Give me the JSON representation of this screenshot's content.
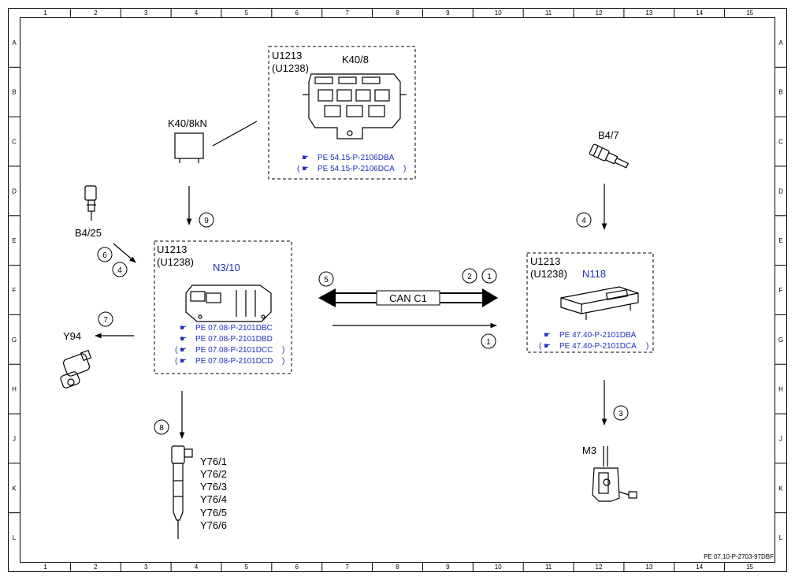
{
  "grid": {
    "columns": [
      "1",
      "2",
      "3",
      "4",
      "5",
      "6",
      "7",
      "8",
      "9",
      "10",
      "11",
      "12",
      "13",
      "14",
      "15"
    ],
    "rows": [
      "A",
      "B",
      "C",
      "D",
      "E",
      "F",
      "G",
      "H",
      "J",
      "K",
      "L"
    ]
  },
  "footer_code": "PE 07.10-P-2703-97DBF",
  "k40_8": {
    "codes": [
      "U1213",
      "(U1238)"
    ],
    "name": "K40/8",
    "refs": [
      {
        "open": "",
        "text": "PE 54.15-P-2106DBA",
        "close": ""
      },
      {
        "open": "(",
        "text": "PE 54.15-P-2106DCA",
        "close": ")"
      }
    ]
  },
  "k40_8kn": {
    "name": "K40/8kN"
  },
  "b4_7": {
    "name": "B4/7"
  },
  "b4_25": {
    "name": "B4/25"
  },
  "y94": {
    "name": "Y94"
  },
  "m3": {
    "name": "M3"
  },
  "n3_10": {
    "codes": [
      "U1213",
      "(U1238)"
    ],
    "name": "N3/10",
    "refs": [
      {
        "open": "",
        "text": "PE 07.08-P-2101DBC",
        "close": ""
      },
      {
        "open": "",
        "text": "PE 07.08-P-2101DBD",
        "close": ""
      },
      {
        "open": "(",
        "text": "PE 07.08-P-2101DCC",
        "close": ")"
      },
      {
        "open": "(",
        "text": "PE 07.08-P-2101DCD",
        "close": ")"
      }
    ]
  },
  "n118": {
    "codes": [
      "U1213",
      "(U1238)"
    ],
    "name": "N118",
    "refs": [
      {
        "open": "",
        "text": "PE 47.40-P-2101DBA",
        "close": ""
      },
      {
        "open": "(",
        "text": "PE 47.40-P-2101DCA",
        "close": ")"
      }
    ]
  },
  "can_bus": {
    "label": "CAN C1"
  },
  "injectors": [
    "Y76/1",
    "Y76/2",
    "Y76/3",
    "Y76/4",
    "Y76/5",
    "Y76/6"
  ],
  "markers": {
    "m9": "9",
    "m6": "6",
    "m4a": "4",
    "m7": "7",
    "m8": "8",
    "m5": "5",
    "m2": "2",
    "m1a": "1",
    "m1b": "1",
    "m4b": "4",
    "m3": "3"
  }
}
